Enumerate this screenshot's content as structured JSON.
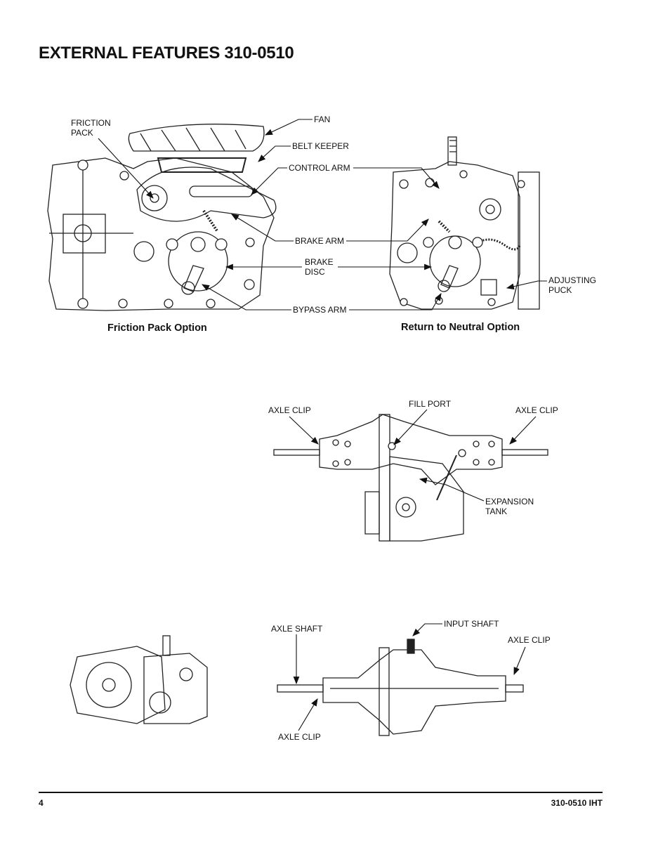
{
  "title": "EXTERNAL FEATURES 310-0510",
  "figure1": {
    "caption_left": "Friction Pack Option",
    "caption_right": "Return to Neutral Option",
    "labels": {
      "friction_pack_1": "FRICTION",
      "friction_pack_2": "PACK",
      "fan": "FAN",
      "belt_keeper": "BELT KEEPER",
      "control_arm": "CONTROL ARM",
      "brake_arm": "BRAKE ARM",
      "brake_disc_1": "BRAKE",
      "brake_disc_2": "DISC",
      "bypass_arm": "BYPASS ARM",
      "adjusting_puck_1": "ADJUSTING",
      "adjusting_puck_2": "PUCK"
    }
  },
  "figure2": {
    "labels": {
      "axle_clip_left": "AXLE CLIP",
      "fill_port": "FILL PORT",
      "axle_clip_right": "AXLE CLIP",
      "expansion_tank_1": "EXPANSION",
      "expansion_tank_2": "TANK"
    }
  },
  "figure3": {
    "labels": {
      "axle_shaft": "AXLE SHAFT",
      "input_shaft": "INPUT SHAFT",
      "axle_clip_right": "AXLE CLIP",
      "axle_clip_bottom": "AXLE CLIP"
    }
  },
  "footer": {
    "page_number": "4",
    "doc_id": "310-0510 IHT"
  }
}
